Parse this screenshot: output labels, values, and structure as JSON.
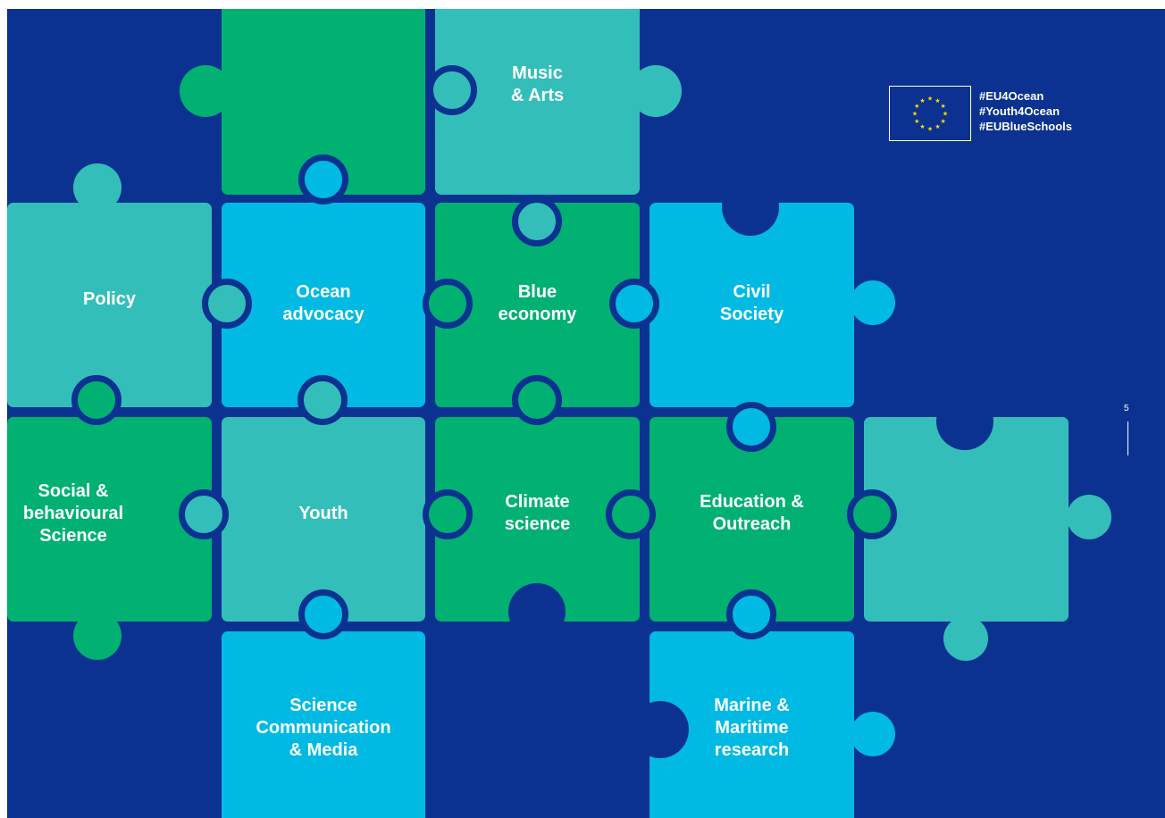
{
  "colors": {
    "background": "#0b3291",
    "green": "#00b172",
    "teal": "#34beba",
    "cyan": "#00bae3",
    "white": "#ffffff",
    "star": "#ffdd00"
  },
  "pieces": [
    {
      "id": "green-top",
      "label": "",
      "color": "green"
    },
    {
      "id": "music-arts",
      "label": "Music\n& Arts",
      "color": "teal"
    },
    {
      "id": "policy",
      "label": "Policy",
      "color": "teal"
    },
    {
      "id": "ocean-advocacy",
      "label": "Ocean\nadvocacy",
      "color": "cyan"
    },
    {
      "id": "blue-economy",
      "label": "Blue\neconomy",
      "color": "green"
    },
    {
      "id": "civil-society",
      "label": "Civil\nSociety",
      "color": "cyan"
    },
    {
      "id": "social-behavioural-science",
      "label": "Social &\nbehavioural\nScience",
      "color": "green"
    },
    {
      "id": "youth",
      "label": "Youth",
      "color": "teal"
    },
    {
      "id": "climate-science",
      "label": "Climate\nscience",
      "color": "green"
    },
    {
      "id": "education-outreach",
      "label": "Education &\nOutreach",
      "color": "green"
    },
    {
      "id": "teal-right",
      "label": "",
      "color": "teal"
    },
    {
      "id": "science-communication-media",
      "label": "Science\nCommunication\n& Media",
      "color": "cyan"
    },
    {
      "id": "marine-maritime-research",
      "label": "Marine &\nMaritime\nresearch",
      "color": "cyan"
    }
  ],
  "branding": {
    "flag_icon": "eu-flag-icon",
    "hashtags": [
      "#EU4Ocean",
      "#Youth4Ocean",
      "#EUBlueSchools"
    ]
  },
  "page_number": "5"
}
